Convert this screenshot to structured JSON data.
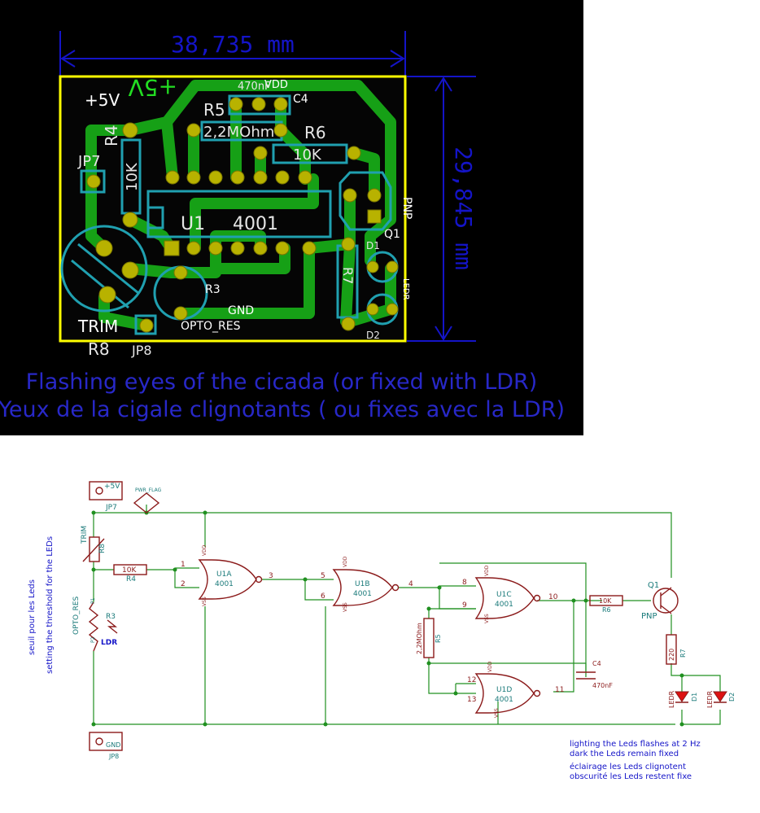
{
  "pcb": {
    "dim_width": "38,735 mm",
    "dim_height": "29,845 mm",
    "label_plus5v": "+5V",
    "label_plus5v_mirror": "+5V",
    "label_vdd": "VDD",
    "label_470nf": "470nF",
    "ref_c4": "C4",
    "ref_r5": "R5",
    "val_r5": "2,2MOhm",
    "ref_r6": "R6",
    "val_r6": "10K",
    "ref_r4": "R4",
    "val_r4": "10K",
    "ref_jp7": "JP7",
    "ref_u1": "U1",
    "val_u1": "4001",
    "label_pnp": "PNP",
    "ref_q1": "Q1",
    "ref_d1": "D1",
    "ref_d2": "D2",
    "val_r7": "R7",
    "label_ledr": "LEDR",
    "ref_r3": "R3",
    "label_opto": "OPTO_RES",
    "label_gnd": "GND",
    "label_trim": "TRIM",
    "ref_r8": "R8",
    "ref_jp8": "JP8",
    "caption_en": "Flashing eyes of the cicada (or fixed with LDR)",
    "caption_fr": "Yeux de la cigale clignotants ( ou fixes avec la LDR)"
  },
  "schematic": {
    "jp7_value": "+5V",
    "jp7_ref": "JP7",
    "pwr_flag": "PWR_FLAG",
    "trim_label": "TRIM",
    "r8_ref": "R8",
    "r4_value": "10K",
    "r4_ref": "R4",
    "opto_label": "OPTO_RES",
    "r3_ref": "R3",
    "ldr_label": "LDR",
    "p1": "P1",
    "p2": "P2",
    "u1a_ref": "U1A",
    "u1b_ref": "U1B",
    "u1c_ref": "U1C",
    "u1d_ref": "U1D",
    "u1_value": "4001",
    "vdd": "VDD",
    "vss": "VSS",
    "pins": [
      "1",
      "2",
      "3",
      "5",
      "6",
      "4",
      "8",
      "9",
      "10",
      "12",
      "13",
      "11"
    ],
    "r5_value": "2,2MOhm",
    "r5_ref": "R5",
    "c4_ref": "C4",
    "c4_value": "470nF",
    "r6_value": "10K",
    "r6_ref": "R6",
    "q1_ref": "Q1",
    "q1_value": "PNP",
    "r7_value": "220",
    "r7_ref": "R7",
    "d1_ref": "D1",
    "d2_ref": "D2",
    "ledr": "LEDR",
    "jp8_value": "GND",
    "jp8_ref": "JP8",
    "side_note_fr": "seuil pour les Leds",
    "side_note_en": "setting the threshold for the LEDs",
    "note_en_1": "lighting the Leds flashes at 2 Hz",
    "note_en_2": "dark the Leds remain fixed",
    "note_fr_1": "éclairage les Leds clignotent",
    "note_fr_2": "obscurité les Leds restent fixe"
  }
}
